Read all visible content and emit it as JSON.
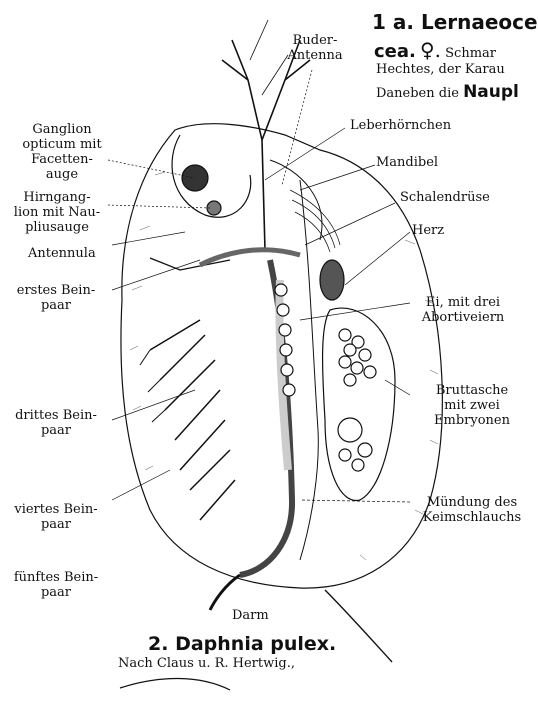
{
  "header": {
    "plate_number": "1 a.",
    "title_word": "Lernaeocera",
    "title_line2_start": "cea.",
    "female_symbol": "♀.",
    "line2_rest": "Schmar",
    "line3": "Hechtes, der Karau",
    "line4_start": "Daneben die",
    "line4_bold": "Naupl"
  },
  "labels": {
    "ruder_antenna": [
      "Ruder-",
      "Antenna"
    ],
    "ganglion": [
      "Ganglion",
      "opticum mit",
      "Facetten-",
      "auge"
    ],
    "hirnganglion": [
      "Hirngang-",
      "lion mit Nau-",
      "pliusauge"
    ],
    "antennula": "Antennula",
    "erstes_beinpaar": [
      "erstes Bein-",
      "paar"
    ],
    "drittes_beinpaar": [
      "drittes Bein-",
      "paar"
    ],
    "viertes_beinpaar": [
      "viertes Bein-",
      "paar"
    ],
    "fuenftes_beinpaar": [
      "fünftes Bein-",
      "paar"
    ],
    "leberhoernchen": "Leberhörnchen",
    "mandibel": "Mandibel",
    "schalendruese": "Schalendrüse",
    "herz": "Herz",
    "ei": [
      "Ei, mit drei",
      "Abortiveiern"
    ],
    "bruttasche": [
      "Bruttasche",
      "mit zwei",
      "Embryonen"
    ],
    "muendung": [
      "Mündung des",
      "Keimschlauchs"
    ],
    "darm": "Darm"
  },
  "caption": {
    "number": "2.",
    "title": "Daphnia pulex.",
    "credit": "Nach Claus u. R. Hertwig.,"
  }
}
